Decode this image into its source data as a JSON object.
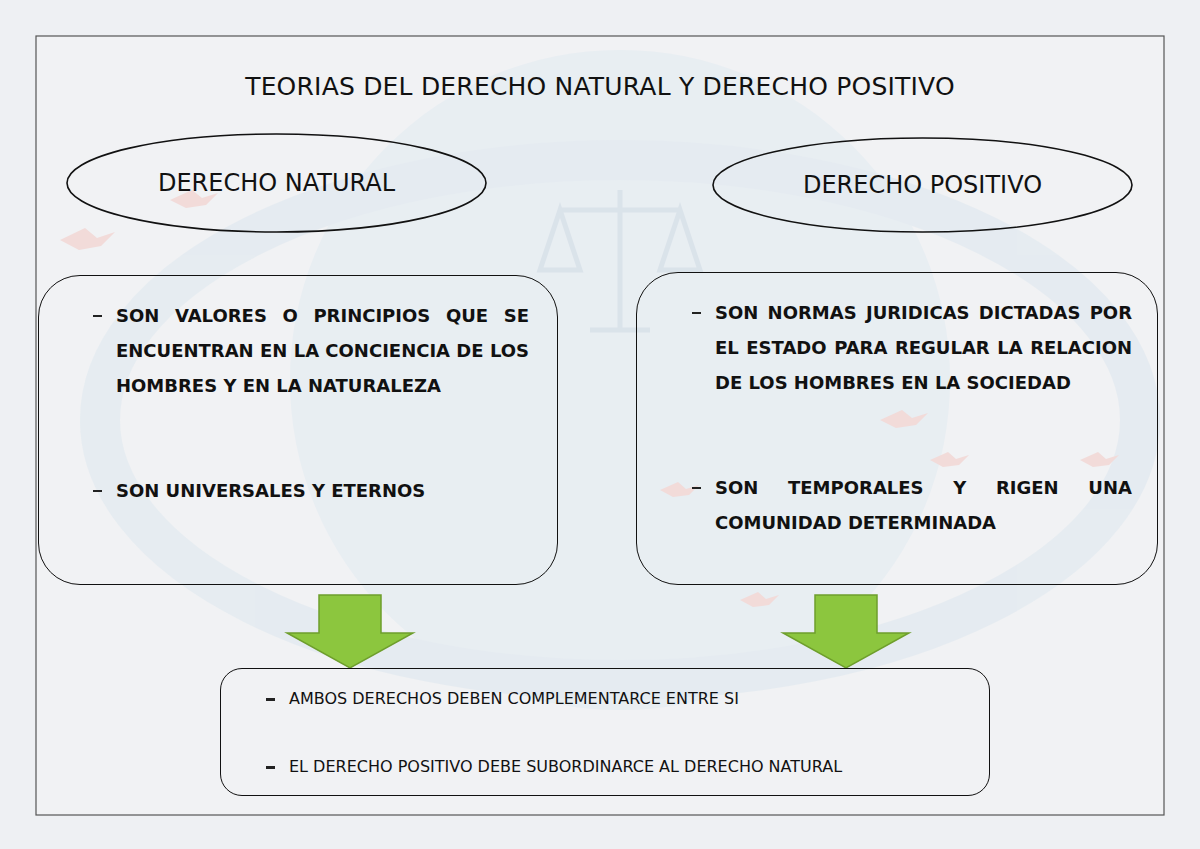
{
  "diagram": {
    "title": "TEORIAS DEL DERECHO NATURAL Y DERECHO POSITIVO",
    "nodes": [
      {
        "text": [
          "DERECHO NATURAL"
        ]
      },
      {
        "text": [
          "DERECHO POSITIVO"
        ]
      },
      {
        "text": [
          "SON VALORES O PRINCIPIOS QUE SE ENCUENTRAN EN LA CONCIENCIA DE LOS HOMBRES Y EN LA NATURALEZA",
          "SON UNIVERSALES Y ETERNOS"
        ]
      },
      {
        "text": [
          "SON NORMAS JURIDICAS DICTADAS POR EL ESTADO PARA REGULAR LA RELACION DE LOS HOMBRES EN LA SOCIEDAD",
          "SON TEMPORALES Y RIGEN UNA COMUNIDAD DETERMINADA"
        ]
      },
      {
        "text": [
          "AMBOS DERECHOS DEBEN COMPLEMENTARCE ENTRE SI",
          "EL DERECHO POSITIVO DEBE SUBORDINARCE AL DERECHO NATURAL"
        ]
      }
    ],
    "edges": [
      {
        "from": 2,
        "to": 4,
        "arrow": "to"
      },
      {
        "from": 3,
        "to": 4,
        "arrow": "to"
      }
    ]
  }
}
